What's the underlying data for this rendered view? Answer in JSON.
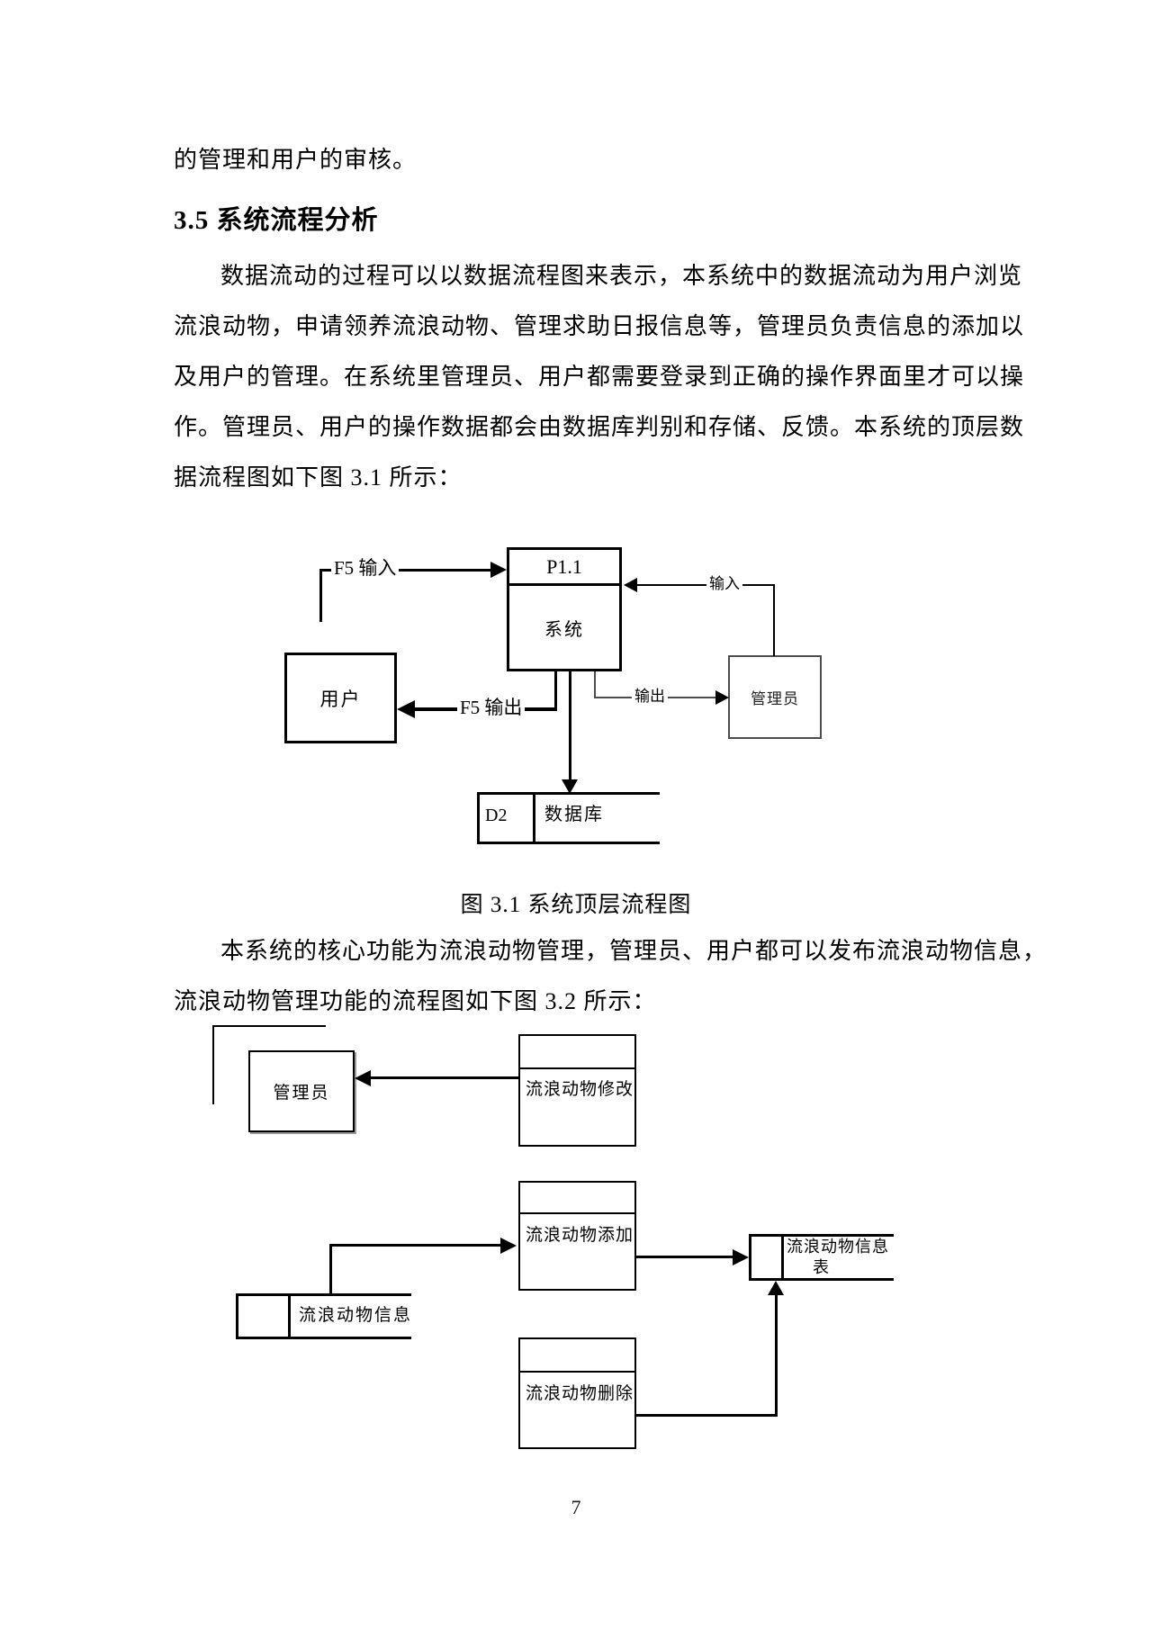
{
  "intro": "的管理和用户的审核。",
  "heading": "3.5 系统流程分析",
  "para1": [
    "数据流动的过程可以以数据流程图来表示，本系统中的数据流动为用户浏览",
    "流浪动物，申请领养流浪动物、管理求助日报信息等，管理员负责信息的添加以",
    "及用户的管理。在系统里管理员、用户都需要登录到正确的操作界面里才可以操",
    "作。管理员、用户的操作数据都会由数据库判别和存储、反馈。本系统的顶层数",
    "据流程图如下图 3.1 所示："
  ],
  "caption1": "图 3.1 系统顶层流程图",
  "para2": [
    "本系统的核心功能为流浪动物管理，管理员、用户都可以发布流浪动物信息，",
    "流浪动物管理功能的流程图如下图 3.2 所示："
  ],
  "diagram1": {
    "process_id": "P1.1",
    "process_name": "系统",
    "user": "用户",
    "admin": "管理员",
    "store_id": "D2",
    "store_name": "数据库",
    "flow_f5_in": "F5 输入",
    "flow_f5_out": "F5 输出",
    "flow_in": "输入",
    "flow_out": "输出"
  },
  "diagram2": {
    "admin": "管理员",
    "modify": "流浪动物修改",
    "add": "流浪动物添加",
    "delete": "流浪动物删除",
    "store_info": "流浪动物信息",
    "store_table_line1": "流浪动物信息",
    "store_table_line2": "表"
  },
  "page_number": "7"
}
